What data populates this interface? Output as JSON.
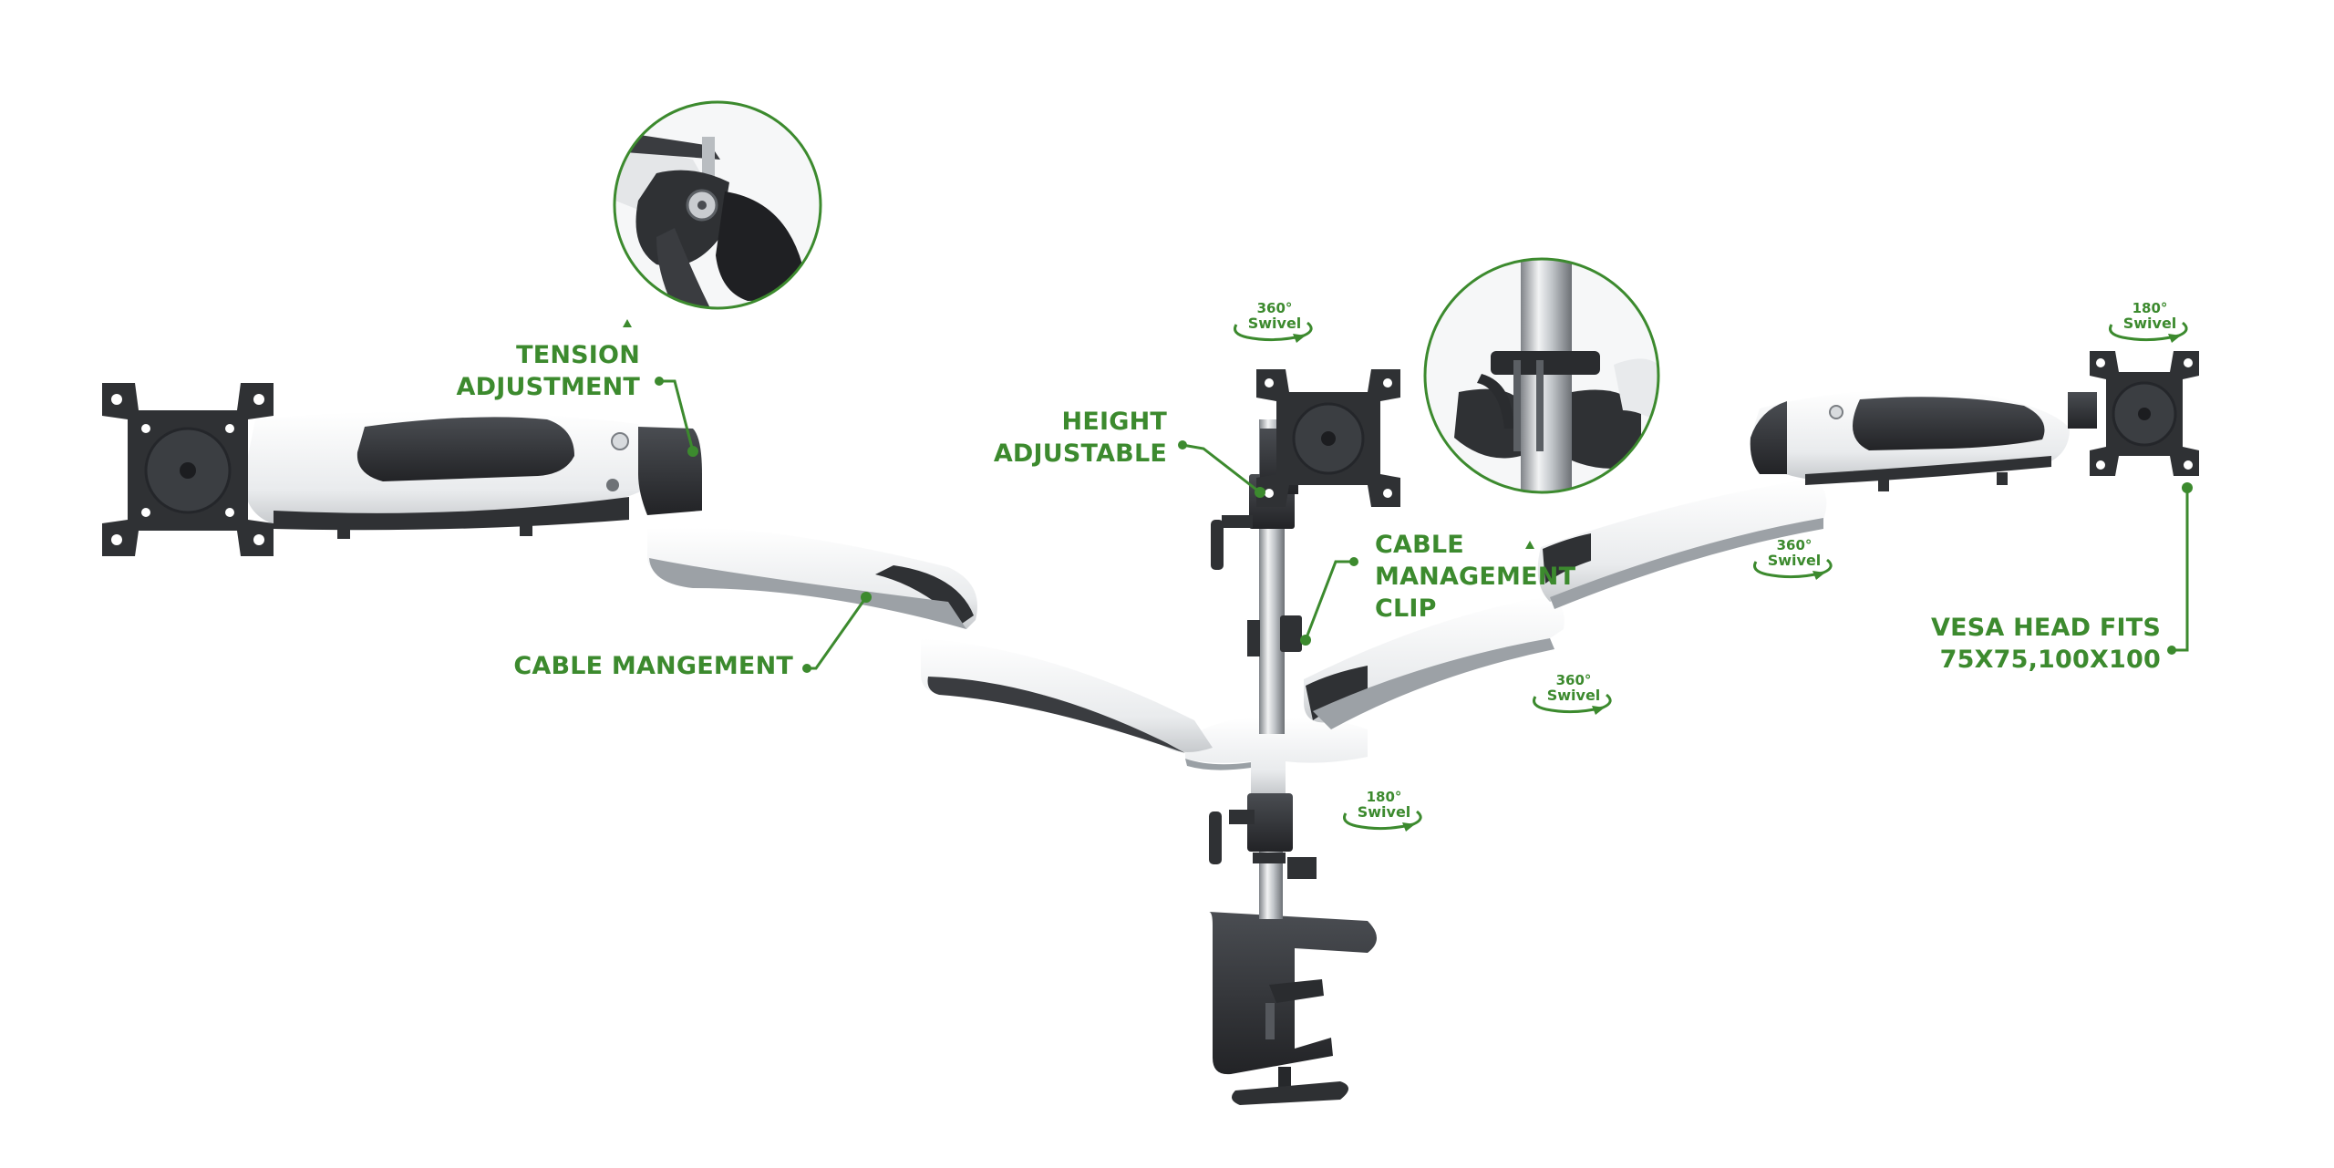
{
  "callouts": {
    "tension": [
      "TENSION",
      "ADJUSTMENT"
    ],
    "height": [
      "HEIGHT",
      "ADJUSTABLE"
    ],
    "cable_clip": [
      "CABLE",
      "MANAGEMENT",
      "CLIP"
    ],
    "cable_management": "CABLE MANGEMENT",
    "vesa": [
      "VESA HEAD FITS",
      "75X75,100X100"
    ]
  },
  "swivels": {
    "center_top": {
      "degree": "360°",
      "label": "Swivel"
    },
    "right_top": {
      "degree": "180°",
      "label": "Swivel"
    },
    "right_mid": {
      "degree": "360°",
      "label": "Swivel"
    },
    "center_arm": {
      "degree": "360°",
      "label": "Swivel"
    },
    "base": {
      "degree": "180°",
      "label": "Swivel"
    }
  },
  "colors": {
    "accent": "#3c8a2e",
    "plate": "#2f3134",
    "arm_white": "#f4f5f6",
    "arm_dark": "#3a3c40",
    "pole": "#bfc3c7"
  }
}
